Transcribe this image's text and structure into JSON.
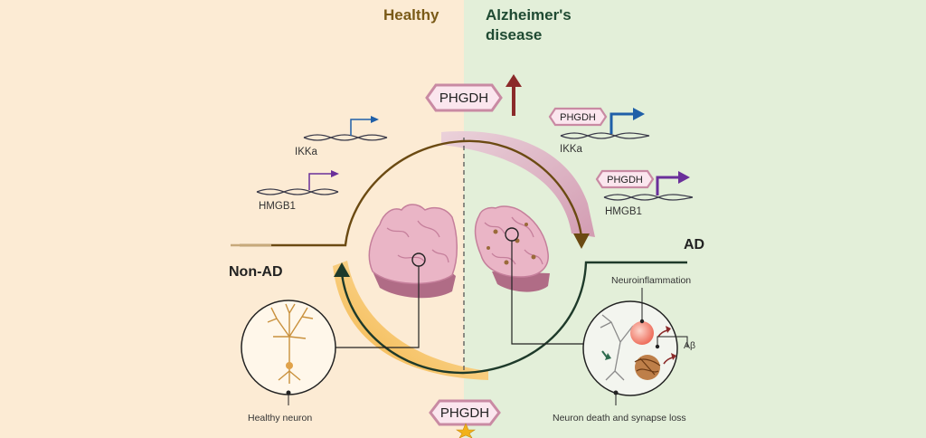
{
  "headers": {
    "healthy": "Healthy",
    "ad_line1": "Alzheimer's",
    "ad_line2": "disease"
  },
  "states": {
    "non_ad": "Non-AD",
    "ad": "AD"
  },
  "protein": "PHGDH",
  "genes": {
    "ikka_left": "IKKa",
    "hmgb1_left": "HMGB1",
    "ikka_right": "IKKa",
    "hmgb1_right": "HMGB1"
  },
  "annotations": {
    "healthy_neuron": "Healthy neuron",
    "neuroinflammation": "Neuroinflammation",
    "abeta": "Aβ",
    "neuron_death": "Neuron death and synapse loss"
  },
  "colors": {
    "healthy_bg": "#fcebd4",
    "ad_bg": "#e3efd9",
    "healthy_text": "#7a5a17",
    "ad_text": "#1f4a32",
    "top_arrow": "#6b4a12",
    "bottom_arrow": "#1e3a2a",
    "phgdh_box": "#c98aa3",
    "pink_band": "#d9a4b9",
    "orange_band": "#f3bd5a",
    "ikka_arrow": "#1f5fa8",
    "hmgb1_arrow": "#6a2f9a",
    "up_arrow": "#8b2a2a"
  }
}
